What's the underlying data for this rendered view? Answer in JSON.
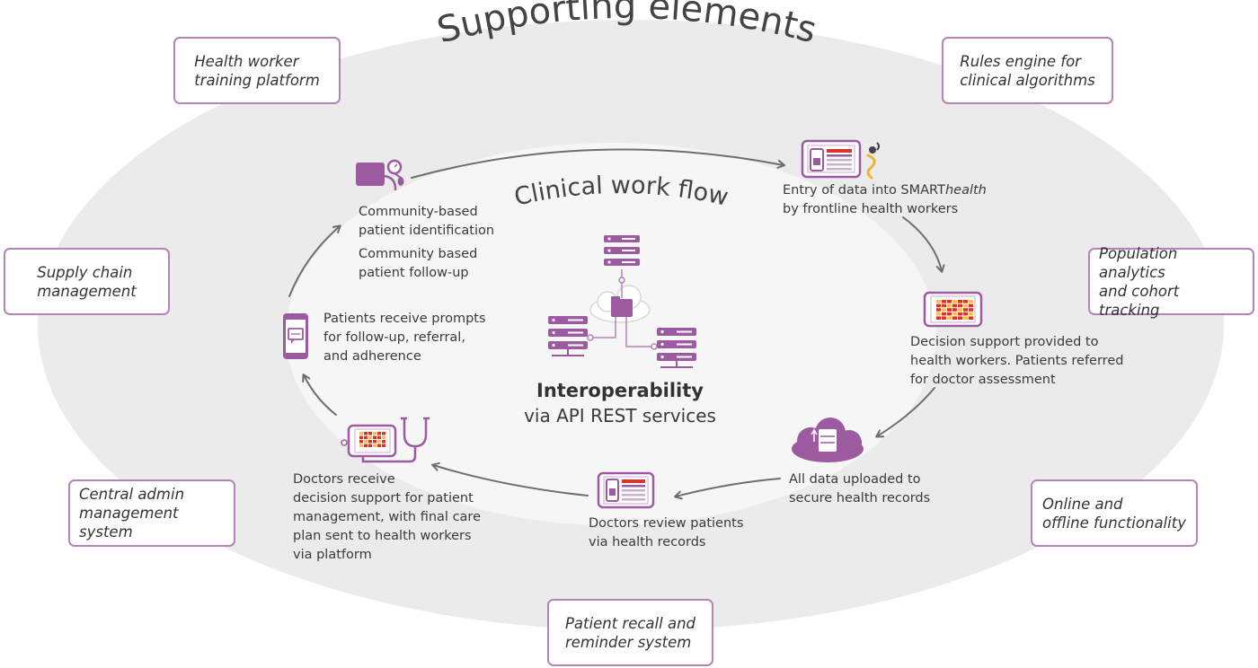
{
  "title": "Supporting elements",
  "workflow_title": "Clinical work flow",
  "center": {
    "title": "Interoperability",
    "subtitle": "via API REST services"
  },
  "supporting_elements": {
    "training": [
      "Health worker",
      "training platform"
    ],
    "rules": [
      "Rules engine for",
      "clinical algorithms"
    ],
    "supply": [
      "Supply chain",
      "management"
    ],
    "analytics": [
      "Population analytics",
      "and cohort tracking"
    ],
    "admin": [
      "Central admin",
      "management system"
    ],
    "offline": [
      "Online and",
      "offline functionality"
    ],
    "recall": [
      "Patient recall and",
      "reminder system"
    ]
  },
  "steps": {
    "entry": {
      "line1_prefix": "Entry of data into SMART",
      "line1_italic": "health",
      "line2": "by frontline health workers"
    },
    "decision": [
      "Decision support provided to",
      "health workers. Patients referred",
      "for doctor assessment"
    ],
    "upload": [
      "All data uploaded to",
      "secure health records"
    ],
    "review": [
      "Doctors review patients",
      "via health records"
    ],
    "doctors": [
      "Doctors receive",
      "decision support for patient",
      "management, with final care",
      "plan sent to health workers",
      "via platform"
    ],
    "prompts": [
      "Patients receive prompts",
      "for follow-up, referral,",
      "and adherence"
    ],
    "community_id": [
      "Community-based",
      "patient identification"
    ],
    "community_fu": [
      "Community based",
      "patient follow-up"
    ]
  },
  "colors": {
    "accent": "#9c5ba1",
    "box_border": "#b583b8",
    "ellipse": "#ebebeb",
    "arrow": "#6e6e6e",
    "text": "#3a3a3a",
    "heat_red": "#d9352a",
    "heat_yellow": "#f2c14e"
  },
  "icons": [
    "blood-pressure-monitor-icon",
    "tablet-app-icon",
    "person-icon",
    "tablet-heatmap-icon",
    "cloud-database-icon",
    "tablet-records-icon",
    "tablet-stethoscope-icon",
    "mobile-message-icon",
    "server-network-icon"
  ]
}
